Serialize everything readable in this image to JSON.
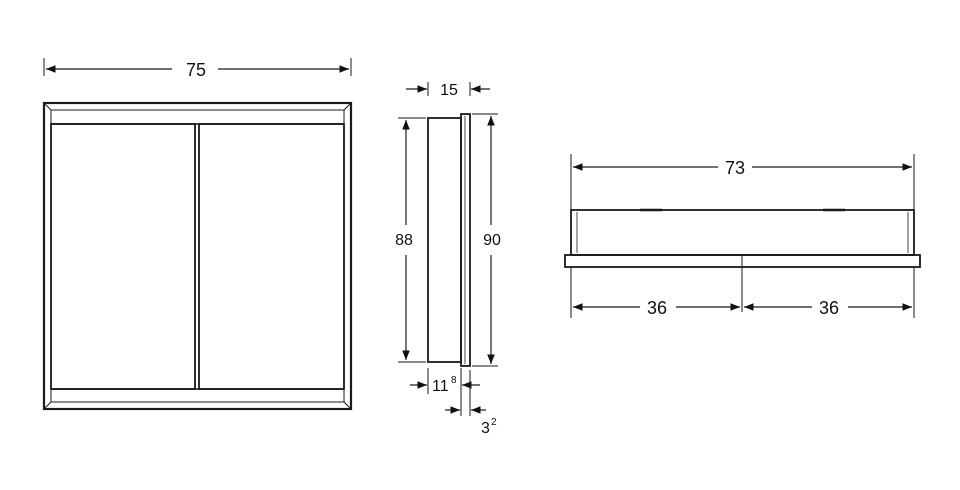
{
  "front_view": {
    "width_label": "75"
  },
  "side_view": {
    "depth_label": "15",
    "inner_height_label": "88",
    "outer_height_label": "90",
    "body_depth_label": "11",
    "body_depth_sup": "8",
    "frame_depth_label": "3",
    "frame_depth_sup": "2"
  },
  "top_view": {
    "width_label": "73",
    "left_half_label": "36",
    "right_half_label": "36"
  },
  "colors": {
    "line": "#1a1a1a",
    "panel": "#f4f4f4"
  }
}
